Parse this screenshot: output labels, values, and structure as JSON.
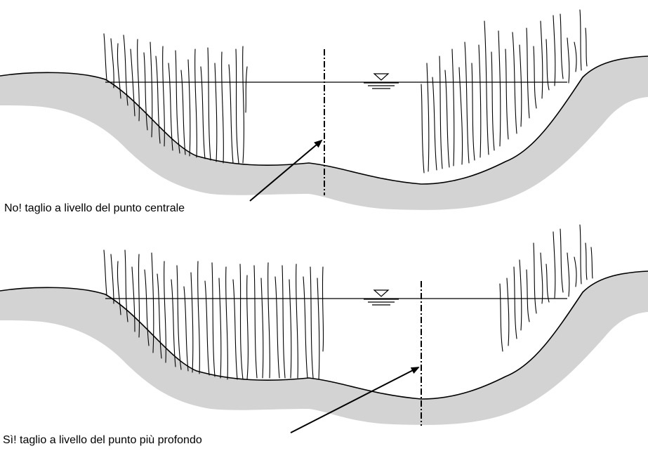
{
  "panels": [
    {
      "id": "wrong",
      "caption": "No! taglio a livello del punto centrale",
      "water_symbol": "water-level-triangle",
      "section_line_style": "dash-dot",
      "cut_at": "central-point"
    },
    {
      "id": "correct",
      "caption": "Sì! taglio a livello del punto più profondo",
      "water_symbol": "water-level-triangle",
      "section_line_style": "dash-dot",
      "cut_at": "deepest-point"
    }
  ],
  "colors": {
    "bank_fill": "#d3d3d3",
    "outline": "#000000",
    "background": "#ffffff"
  }
}
